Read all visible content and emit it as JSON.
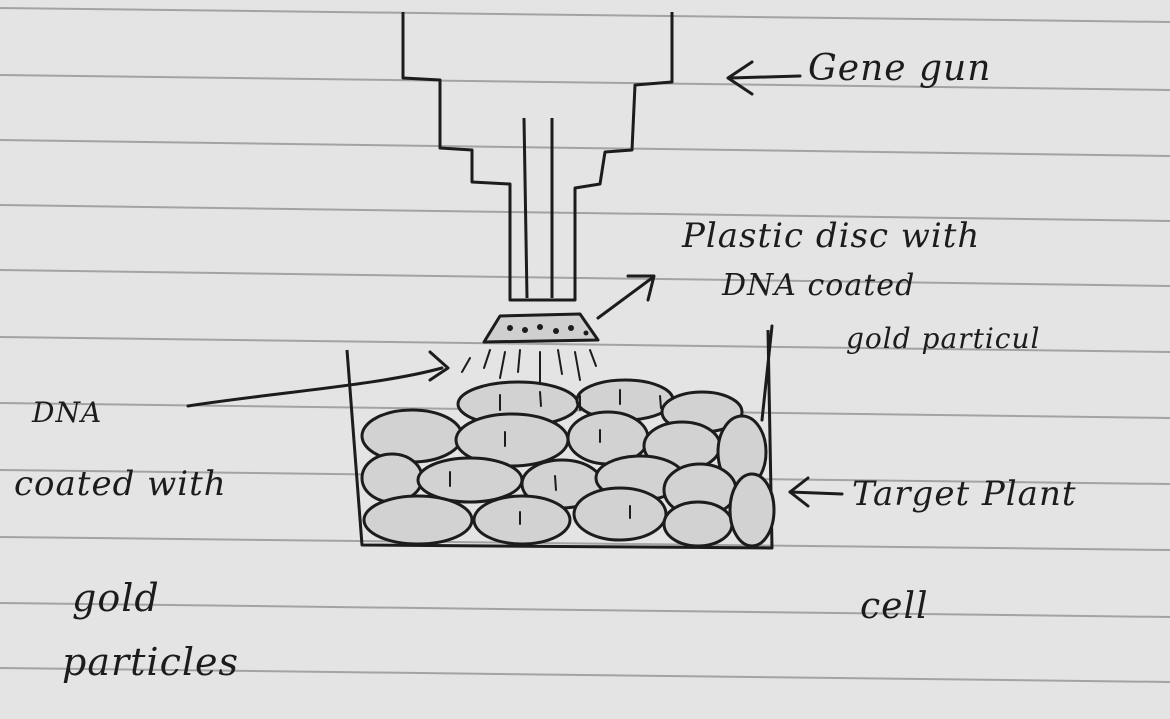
{
  "diagram": {
    "labels": {
      "gene_gun": "Gene gun",
      "disc_line1": "Plastic disc with",
      "disc_line2": "DNA coated",
      "disc_line3": "gold particul",
      "dna_line1": "DNA",
      "dna_line2": "coated with",
      "dna_line3": "gold",
      "dna_line4": "particles",
      "target_line1": "Target Plant",
      "target_line2": "cell"
    },
    "colors": {
      "paper": "#e4e4e4",
      "ruling": "#8e8e8e",
      "ink": "#1c1c1c"
    }
  }
}
